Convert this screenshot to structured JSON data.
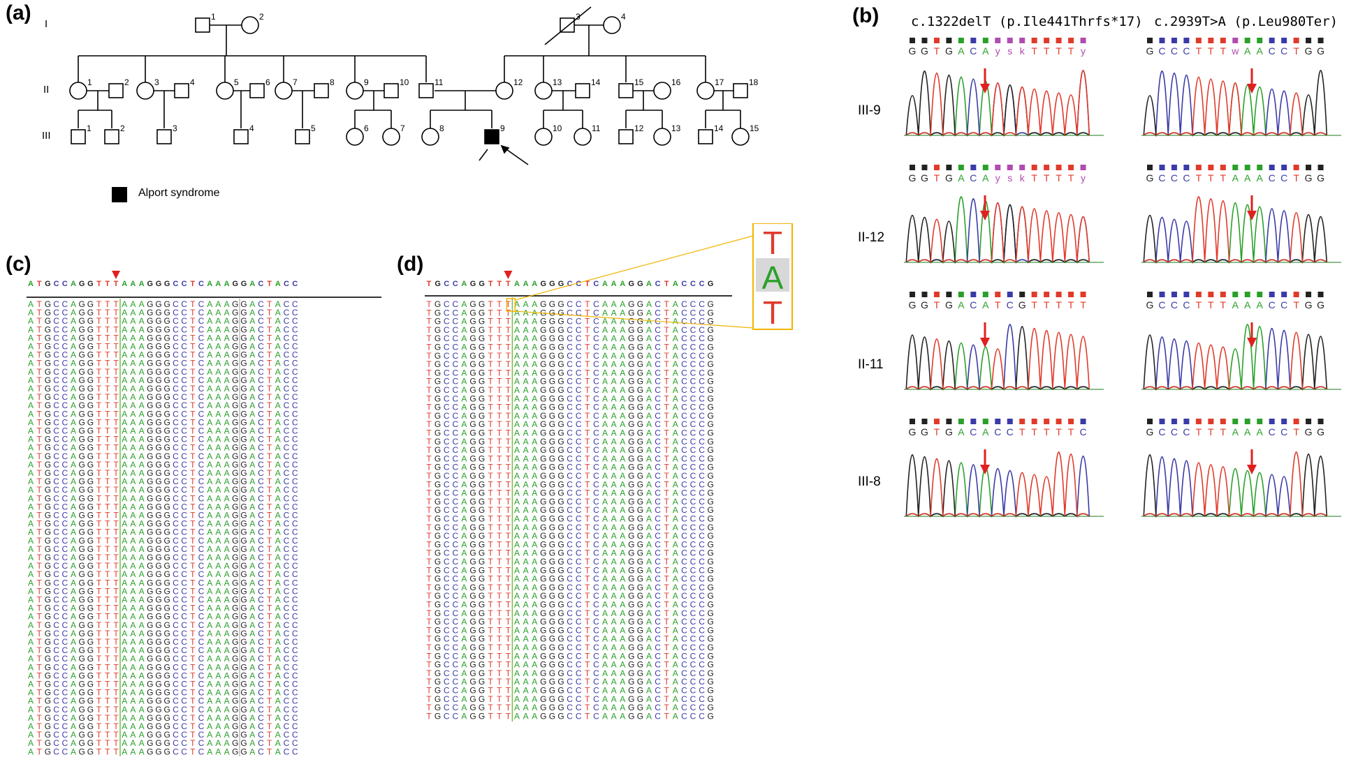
{
  "panels": {
    "a": "(a)",
    "b": "(b)",
    "c": "(c)",
    "d": "(d)"
  },
  "pedigree": {
    "generations": [
      "I",
      "II",
      "III"
    ],
    "legend_label": "Alport syndrome",
    "gen1": [
      "1",
      "2",
      "3",
      "4"
    ],
    "gen2": [
      "1",
      "2",
      "3",
      "4",
      "5",
      "6",
      "7",
      "8",
      "9",
      "10",
      "11",
      "12",
      "13",
      "14",
      "15",
      "16",
      "17",
      "18"
    ],
    "gen3": [
      "1",
      "2",
      "3",
      "4",
      "5",
      "6",
      "7",
      "8",
      "9",
      "10",
      "11",
      "12",
      "13",
      "14",
      "15"
    ]
  },
  "chromatograms": {
    "mutation1": "c.1322delT (p.Ile441Thrfs*17)",
    "mutation2": "c.2939T>A (p.Leu980Ter)",
    "samples": [
      "III-9",
      "II-12",
      "II-11",
      "III-8"
    ],
    "seq1": [
      [
        "G",
        "G",
        "T",
        "G",
        "A",
        "C",
        "A",
        "y",
        "s",
        "k",
        "T",
        "T",
        "T",
        "T",
        "y"
      ],
      [
        "G",
        "G",
        "T",
        "G",
        "A",
        "C",
        "A",
        "y",
        "s",
        "k",
        "T",
        "T",
        "T",
        "T",
        "y"
      ],
      [
        "G",
        "G",
        "T",
        "G",
        "A",
        "C",
        "A",
        "T",
        "C",
        "G",
        "T",
        "T",
        "T",
        "T",
        "T"
      ],
      [
        "G",
        "G",
        "T",
        "G",
        "A",
        "C",
        "A",
        "C",
        "C",
        "T",
        "T",
        "T",
        "T",
        "T",
        "C"
      ]
    ],
    "seq2": [
      [
        "G",
        "C",
        "C",
        "C",
        "T",
        "T",
        "T",
        "w",
        "A",
        "A",
        "C",
        "C",
        "T",
        "G",
        "G"
      ],
      [
        "G",
        "C",
        "C",
        "C",
        "T",
        "T",
        "T",
        "A",
        "A",
        "A",
        "C",
        "C",
        "T",
        "G",
        "G"
      ],
      [
        "G",
        "C",
        "C",
        "C",
        "T",
        "T",
        "T",
        "A",
        "A",
        "A",
        "C",
        "C",
        "T",
        "G",
        "G"
      ],
      [
        "G",
        "C",
        "C",
        "C",
        "T",
        "T",
        "T",
        "A",
        "A",
        "A",
        "C",
        "C",
        "T",
        "G",
        "G"
      ]
    ]
  },
  "alignment_c": {
    "consensus": [
      "A",
      "T",
      "G",
      "C",
      "C",
      "A",
      "G",
      "G",
      "T",
      "T",
      "T",
      "A",
      "A",
      "A",
      "G",
      "G",
      "G",
      "C",
      "C",
      "T",
      "C",
      "A",
      "A",
      "A",
      "G",
      "G",
      "A",
      "C",
      "T",
      "A",
      "C",
      "C"
    ],
    "column": [
      "A",
      "T",
      "G",
      "C",
      "C",
      "A",
      "G",
      "G",
      "T",
      "T",
      "T",
      "A",
      "A",
      "A",
      "G",
      "G",
      "G",
      "C",
      "C",
      "T",
      "C",
      "A",
      "A",
      "A",
      "G",
      "G",
      "A",
      "C",
      "T",
      "A",
      "C",
      "C"
    ]
  },
  "alignment_d": {
    "consensus": [
      "T",
      "G",
      "C",
      "C",
      "A",
      "G",
      "G",
      "T",
      "T",
      "T",
      "A",
      "A",
      "A",
      "G",
      "G",
      "G",
      "C",
      "C",
      "T",
      "C",
      "A",
      "A",
      "A",
      "G",
      "G",
      "A",
      "C",
      "T",
      "A",
      "C",
      "C",
      "C",
      "G"
    ],
    "column": [
      "T",
      "G",
      "C",
      "C",
      "A",
      "G",
      "G",
      "T",
      "T",
      "T",
      "A",
      "A",
      "A",
      "G",
      "G",
      "G",
      "C",
      "C",
      "T",
      "C",
      "A",
      "A",
      "A",
      "G",
      "G",
      "A",
      "C",
      "T",
      "A",
      "C",
      "C",
      "C",
      "G"
    ],
    "zoom": [
      "T",
      "A",
      "T"
    ]
  },
  "colors": {
    "A": "#2aa02a",
    "C": "#3a3aa8",
    "G": "#222222",
    "T": "#e03a2a",
    "arrow": "#e02020",
    "zoom_border": "#f2b400"
  }
}
